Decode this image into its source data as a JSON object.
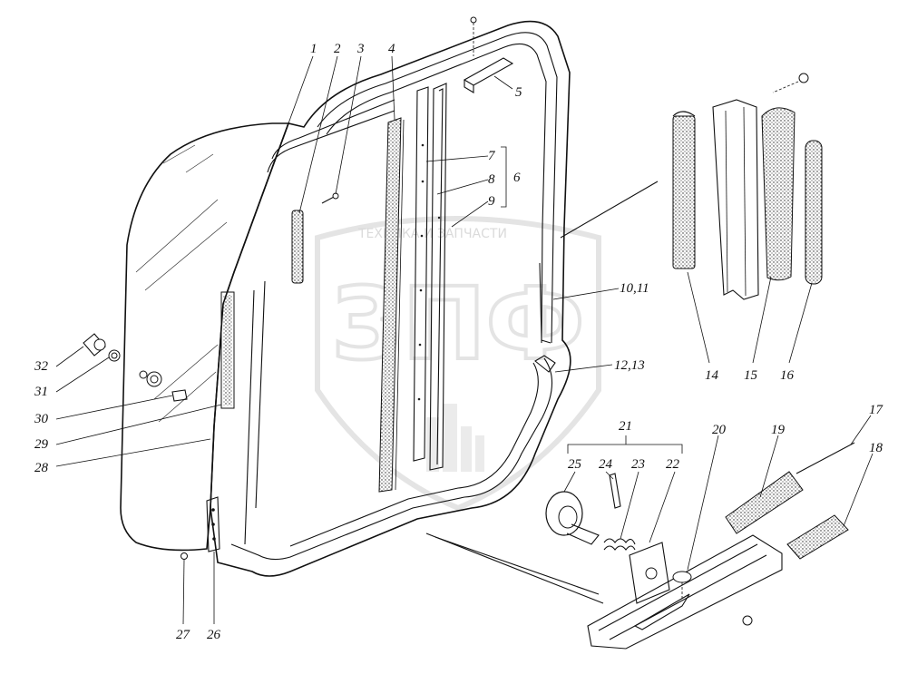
{
  "watermark": {
    "text": "ТЕХНИКА И ЗАПЧАСТИ",
    "logo_text": "ЗПФ"
  },
  "callouts": {
    "c1": "1",
    "c2": "2",
    "c3": "3",
    "c4": "4",
    "c5": "5",
    "c6": "6",
    "c7": "7",
    "c8": "8",
    "c9": "9",
    "c10_11": "10,11",
    "c12_13": "12,13",
    "c14": "14",
    "c15": "15",
    "c16": "16",
    "c17": "17",
    "c18": "18",
    "c19": "19",
    "c20": "20",
    "c21": "21",
    "c22": "22",
    "c23": "23",
    "c24": "24",
    "c25": "25",
    "c26": "26",
    "c27": "27",
    "c28": "28",
    "c29": "29",
    "c30": "30",
    "c31": "31",
    "c32": "32"
  }
}
